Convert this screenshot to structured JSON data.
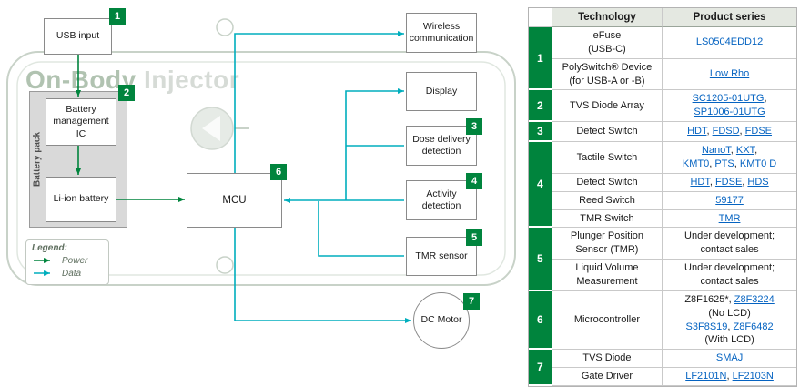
{
  "diagram": {
    "watermark": {
      "bold": "On-Body",
      "light": " Injector"
    },
    "boxes": {
      "usb": {
        "label": "USB input",
        "badge": "1"
      },
      "bmic": {
        "label": "Battery management IC",
        "badge": "2"
      },
      "liion": {
        "label": "Li-ion battery"
      },
      "battery_pack": {
        "label": "Battery pack"
      },
      "mcu": {
        "label": "MCU",
        "badge": "6"
      },
      "wireless": {
        "label": "Wireless communication"
      },
      "display": {
        "label": "Display"
      },
      "dose": {
        "label": "Dose delivery detection",
        "badge": "3"
      },
      "activity": {
        "label": "Activity detection",
        "badge": "4"
      },
      "tmr": {
        "label": "TMR sensor",
        "badge": "5"
      },
      "dcmotor": {
        "label": "DC Motor",
        "badge": "7"
      }
    },
    "legend": {
      "title": "Legend:",
      "power_label": "Power",
      "data_label": "Data"
    },
    "colors": {
      "power_green": "#00843D",
      "data_teal": "#00AEBD",
      "badge_green": "#00843D",
      "link_blue": "#0563C1"
    }
  },
  "table": {
    "headers": {
      "technology": "Technology",
      "product_series": "Product series"
    },
    "groups": [
      {
        "num": "1",
        "rows": [
          {
            "tech_lines": [
              "eFuse",
              "(USB-C)"
            ],
            "product_lines": [
              [
                {
                  "text": "LS0504EDD12",
                  "link": true
                }
              ]
            ]
          },
          {
            "tech_lines": [
              "PolySwitch® Device",
              "(for USB-A or -B)"
            ],
            "product_lines": [
              [
                {
                  "text": "Low Rho",
                  "link": true
                }
              ]
            ]
          }
        ]
      },
      {
        "num": "2",
        "rows": [
          {
            "tech_lines": [
              "TVS Diode Array"
            ],
            "product_lines": [
              [
                {
                  "text": "SC1205-01UTG",
                  "link": true
                },
                {
                  "text": ","
                }
              ],
              [
                {
                  "text": "SP1006-01UTG",
                  "link": true
                }
              ]
            ]
          }
        ]
      },
      {
        "num": "3",
        "rows": [
          {
            "tech_lines": [
              "Detect Switch"
            ],
            "product_lines": [
              [
                {
                  "text": "HDT",
                  "link": true
                },
                {
                  "text": ", "
                },
                {
                  "text": "FDSD",
                  "link": true
                },
                {
                  "text": ", "
                },
                {
                  "text": "FDSE",
                  "link": true
                }
              ]
            ]
          }
        ]
      },
      {
        "num": "4",
        "rows": [
          {
            "tech_lines": [
              "Tactile Switch"
            ],
            "product_lines": [
              [
                {
                  "text": "NanoT",
                  "link": true
                },
                {
                  "text": ", "
                },
                {
                  "text": "KXT",
                  "link": true
                },
                {
                  "text": ","
                }
              ],
              [
                {
                  "text": "KMT0",
                  "link": true
                },
                {
                  "text": ", "
                },
                {
                  "text": "PTS",
                  "link": true
                },
                {
                  "text": ", "
                },
                {
                  "text": "KMT0 D",
                  "link": true
                }
              ]
            ]
          },
          {
            "tech_lines": [
              "Detect Switch"
            ],
            "product_lines": [
              [
                {
                  "text": "HDT",
                  "link": true
                },
                {
                  "text": ", "
                },
                {
                  "text": "FDSE",
                  "link": true
                },
                {
                  "text": ", "
                },
                {
                  "text": "HDS",
                  "link": true
                }
              ]
            ]
          },
          {
            "tech_lines": [
              "Reed Switch"
            ],
            "product_lines": [
              [
                {
                  "text": "59177",
                  "link": true
                }
              ]
            ]
          },
          {
            "tech_lines": [
              "TMR Switch"
            ],
            "product_lines": [
              [
                {
                  "text": "TMR",
                  "link": true
                }
              ]
            ]
          }
        ]
      },
      {
        "num": "5",
        "rows": [
          {
            "tech_lines": [
              "Plunger Position",
              "Sensor (TMR)"
            ],
            "product_lines": [
              [
                {
                  "text": "Under development;"
                }
              ],
              [
                {
                  "text": "contact sales"
                }
              ]
            ]
          },
          {
            "tech_lines": [
              "Liquid Volume",
              "Measurement"
            ],
            "product_lines": [
              [
                {
                  "text": "Under development;"
                }
              ],
              [
                {
                  "text": "contact sales"
                }
              ]
            ]
          }
        ]
      },
      {
        "num": "6",
        "rows": [
          {
            "tech_lines": [
              "Microcontroller"
            ],
            "product_lines": [
              [
                {
                  "text": "Z8F1625*, "
                },
                {
                  "text": "Z8F3224",
                  "link": true
                }
              ],
              [
                {
                  "text": "(No LCD)"
                }
              ],
              [
                {
                  "text": "S3F8S19",
                  "link": true
                },
                {
                  "text": ", "
                },
                {
                  "text": "Z8F6482",
                  "link": true
                }
              ],
              [
                {
                  "text": "(With LCD)"
                }
              ]
            ]
          }
        ]
      },
      {
        "num": "7",
        "rows": [
          {
            "tech_lines": [
              "TVS Diode"
            ],
            "product_lines": [
              [
                {
                  "text": "SMAJ",
                  "link": true
                }
              ]
            ]
          },
          {
            "tech_lines": [
              "Gate Driver"
            ],
            "product_lines": [
              [
                {
                  "text": "LF2101N",
                  "link": true
                },
                {
                  "text": ", "
                },
                {
                  "text": "LF2103N",
                  "link": true
                }
              ]
            ]
          }
        ]
      }
    ]
  }
}
